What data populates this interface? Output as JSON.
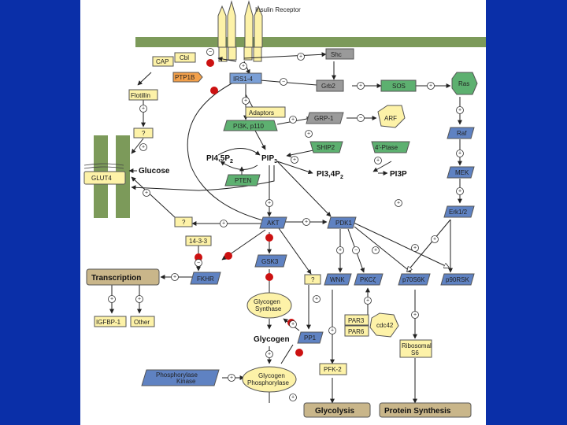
{
  "colors": {
    "background": "#0a2fa8",
    "canvas": "#ffffff",
    "membrane": "#7c9a5a",
    "green_node": "#5db070",
    "blue_node": "#5f82c2",
    "yellow_node": "#fdf2a8",
    "gray_node": "#9a9a9a",
    "orange_node": "#f3a04a",
    "outcome_box": "#c9b68a",
    "inhibitor": "#cc1111"
  },
  "diagram": {
    "receptor_label": "Insulin Receptor",
    "nodes": {
      "cap": "CAP",
      "cbl": "Cbl",
      "ptp1b": "PTP1B",
      "irs": "IRS1-4",
      "shc": "Shc",
      "grb2": "Grb2",
      "sos": "SOS",
      "ras": "Ras",
      "flotillin": "Flotillin",
      "q1": "?",
      "adaptors": "Adaptors",
      "pi3k": "PI3K, p110",
      "grp1": "GRP-1",
      "arf": "ARF",
      "raf": "Raf",
      "pi45p2": "PI4,5P",
      "pi45p2_sub": "2",
      "pip3": "PIP",
      "pip3_sub": "3",
      "ship2": "SHIP2",
      "ptase": "4'-Ptase",
      "glut4": "GLUT4",
      "glucose": "Glucose",
      "pten": "PTEN",
      "pi34p2": "PI3,4P",
      "pi34p2_sub": "2",
      "pi3p": "PI3P",
      "mek": "MEK",
      "erk": "Erk1/2",
      "q2": "?",
      "akt": "AKT",
      "pdk1": "PDK1",
      "p1433": "14-3-3",
      "gsk3": "GSK3",
      "transcription": "Transcription",
      "fkhr": "FKHR",
      "q3": "?",
      "wnk": "WNK",
      "pkcz": "PKCζ",
      "p70s6k": "p70S6K",
      "p90rsk": "p90RSK",
      "igfbp1": "IGFBP-1",
      "other": "Other",
      "glycogen_synthase": [
        "Glycogen",
        "Synthase"
      ],
      "glycogen": "Glycogen",
      "pp1": "PP1",
      "par3": "PAR3",
      "par6": "PAR6",
      "cdc42": "cdc42",
      "ribosomal_s6": [
        "Ribosomal",
        "S6"
      ],
      "pfk2": "PFK-2",
      "phosphorylase_kinase": [
        "Phosphorylase",
        "Kinase"
      ],
      "glycogen_phosphorylase": [
        "Glycogen",
        "Phosphorylase"
      ],
      "glycolysis": "Glycolysis",
      "protein_synthesis": "Protein  Synthesis"
    },
    "signs": {
      "plus": "+",
      "minus": "−"
    }
  }
}
